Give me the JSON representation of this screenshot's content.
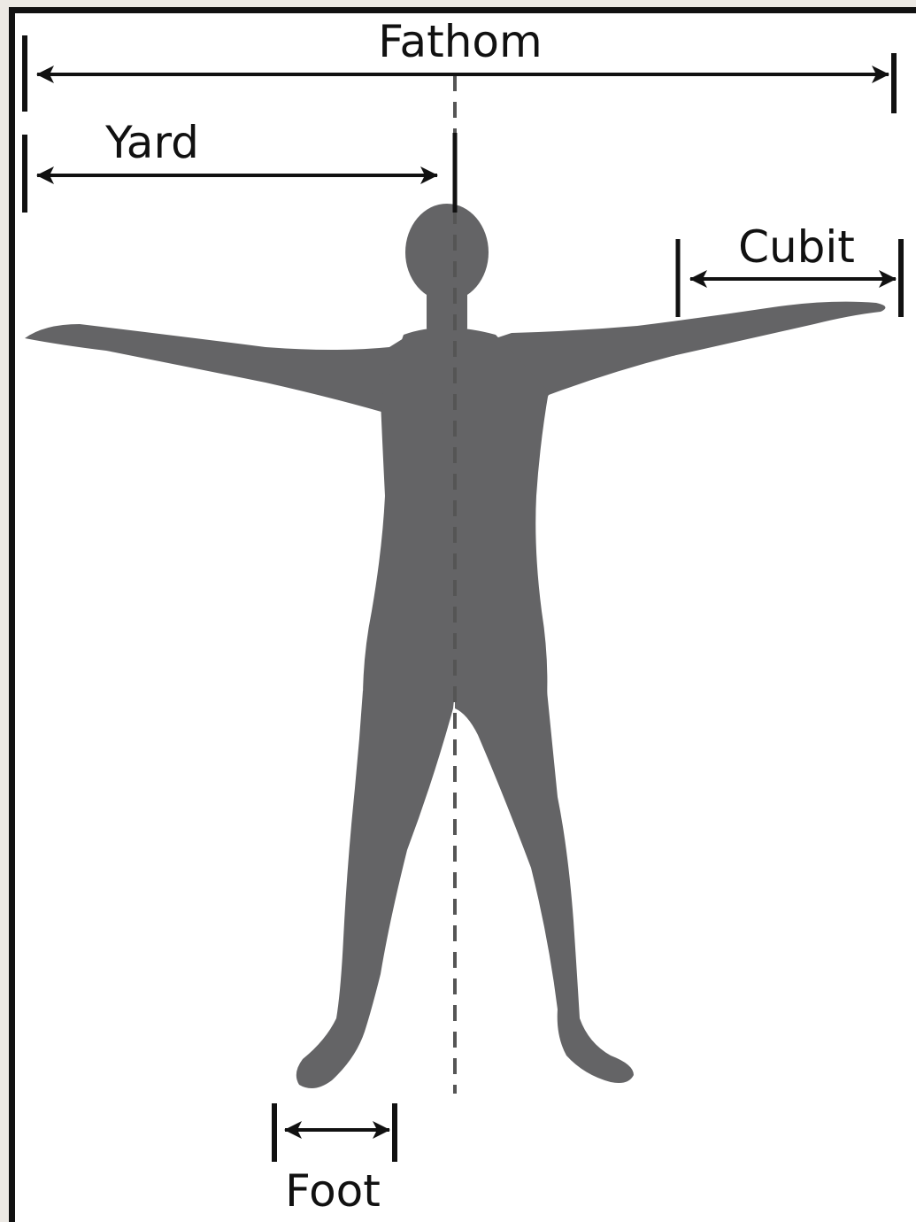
{
  "labels": {
    "fathom": "Fathom",
    "yard": "Yard",
    "cubit": "Cubit",
    "foot": "Foot"
  },
  "colors": {
    "background": "#ece9e4",
    "panel": "#ffffff",
    "border": "#111111",
    "figure": "#646466",
    "arrows": "#111111",
    "centerline": "#555555"
  },
  "icons": {
    "figure": "human-silhouette-icon",
    "centerline": "dashed-center-line",
    "arrowheads": "arrowhead-icon"
  }
}
